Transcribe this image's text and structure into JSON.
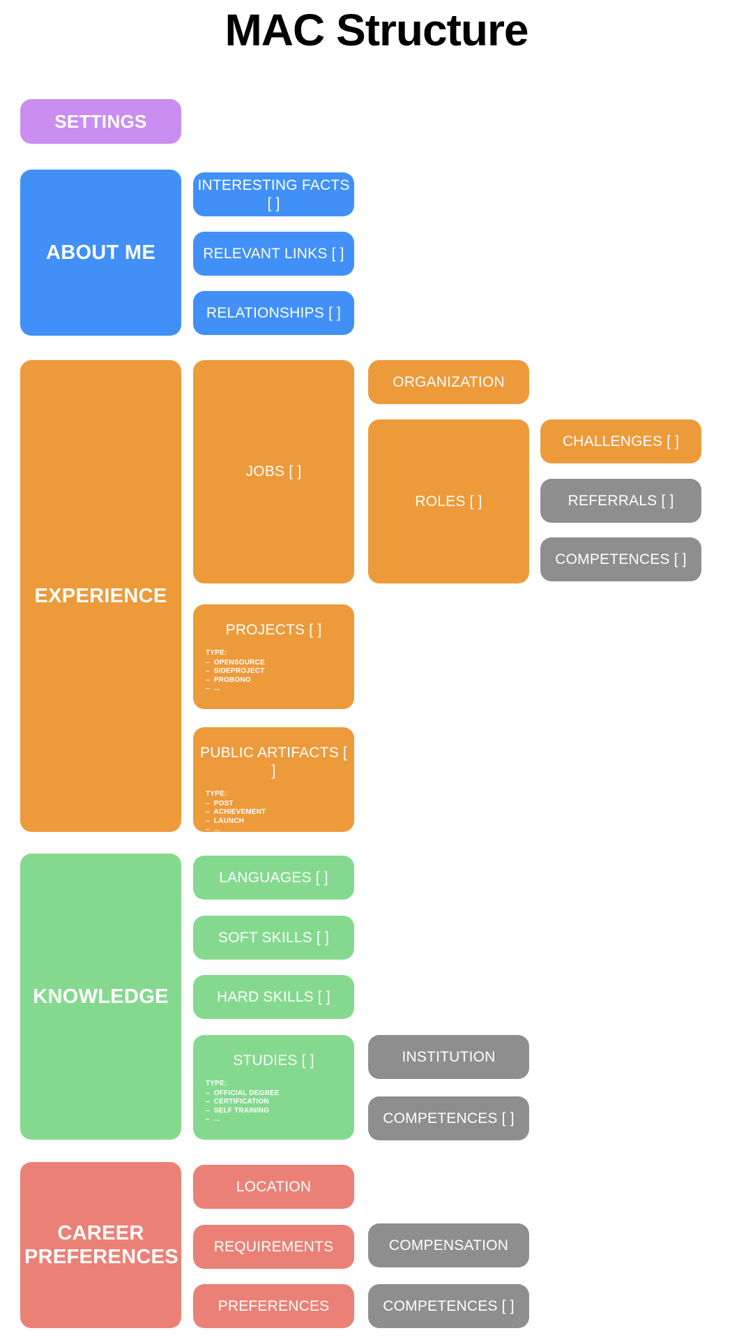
{
  "header": {
    "title": "MAC Structure"
  },
  "palette": {
    "purple": "#c98ef0",
    "blue": "#4190f7",
    "orange": "#ed9a3b",
    "green": "#85d98f",
    "red": "#eb8176",
    "gray": "#8e8e8e",
    "text_on_card": "#ffffff",
    "title_color": "#000000",
    "background": "#ffffff"
  },
  "sections": [
    {
      "id": "settings",
      "title": "SETTINGS",
      "color": "purple",
      "children": []
    },
    {
      "id": "about-me",
      "title": "ABOUT ME",
      "color": "blue",
      "children": [
        {
          "label": "INTERESTING FACTS [ ]",
          "color": "blue"
        },
        {
          "label": "RELEVANT LINKS [ ]",
          "color": "blue"
        },
        {
          "label": "RELATIONSHIPS [ ]",
          "color": "blue"
        }
      ]
    },
    {
      "id": "experience",
      "title": "EXPERIENCE",
      "color": "orange",
      "children": [
        {
          "label": "JOBS [ ]",
          "color": "orange"
        },
        {
          "label": "ORGANIZATION",
          "color": "orange"
        },
        {
          "label": "ROLES [ ]",
          "color": "orange"
        },
        {
          "label": "CHALLENGES [ ]",
          "color": "orange"
        },
        {
          "label": "REFERRALS [ ]",
          "color": "gray"
        },
        {
          "label": "COMPETENCES [ ]",
          "color": "gray"
        },
        {
          "label": "PROJECTS [ ]",
          "color": "orange",
          "type_heading": "TYPE:",
          "type_items": [
            "–  OPENSOURCE",
            "–  SIDEPROJECT",
            "–  PROBONO",
            "–  ..."
          ]
        },
        {
          "label": "PUBLIC ARTIFACTS [ ]",
          "color": "orange",
          "type_heading": "TYPE:",
          "type_items": [
            "–  POST",
            "–  ACHIEVEMENT",
            "–  LAUNCH",
            "–  ..."
          ]
        }
      ]
    },
    {
      "id": "knowledge",
      "title": "KNOWLEDGE",
      "color": "green",
      "children": [
        {
          "label": "LANGUAGES [ ]",
          "color": "green"
        },
        {
          "label": "SOFT SKILLS [ ]",
          "color": "green"
        },
        {
          "label": "HARD SKILLS [ ]",
          "color": "green"
        },
        {
          "label": "STUDIES [ ]",
          "color": "green",
          "type_heading": "TYPE:",
          "type_items": [
            "–  OFFICIAL DEGREE",
            "–  CERTIFICATION",
            "–  SELF TRAINING",
            "–  ..."
          ]
        },
        {
          "label": "INSTITUTION",
          "color": "gray"
        },
        {
          "label": "COMPETENCES [ ]",
          "color": "gray"
        }
      ]
    },
    {
      "id": "career-preferences",
      "title": "CAREER PREFERENCES",
      "color": "red",
      "children": [
        {
          "label": "LOCATION",
          "color": "red"
        },
        {
          "label": "REQUIREMENTS",
          "color": "red"
        },
        {
          "label": "PREFERENCES",
          "color": "red"
        },
        {
          "label": "COMPENSATION",
          "color": "gray"
        },
        {
          "label": "COMPETENCES [ ]",
          "color": "gray"
        }
      ]
    }
  ]
}
